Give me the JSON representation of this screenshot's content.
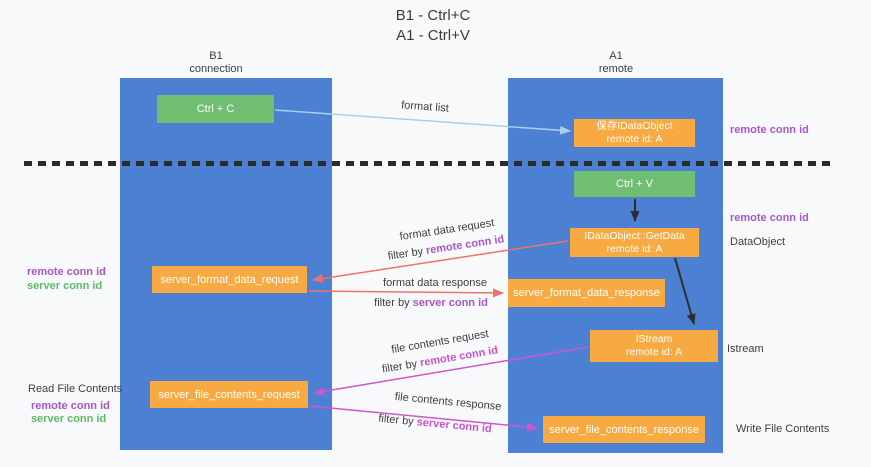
{
  "title": {
    "line1": "B1 - Ctrl+C",
    "line2": "A1 - Ctrl+V"
  },
  "lanes": {
    "left": {
      "title": "B1",
      "subtitle": "connection"
    },
    "right": {
      "title": "A1",
      "subtitle": "remote"
    }
  },
  "nodes": {
    "ctrl_c": {
      "label": "Ctrl + C"
    },
    "save_dataobject": {
      "line1": "保存IDataObject",
      "line2": "remote id: A"
    },
    "ctrl_v": {
      "label": "Ctrl + V"
    },
    "getdata": {
      "line1": "IDataObject::GetData",
      "line2": "remote id: A"
    },
    "istream": {
      "line1": "IStream",
      "line2": "remote id: A"
    },
    "format_request": {
      "label": "server_format_data_request"
    },
    "format_response": {
      "label": "server_format_data_response"
    },
    "file_request": {
      "label": "server_file_contents_request"
    },
    "file_response": {
      "label": "server_file_contents_response"
    }
  },
  "flow_labels": {
    "format_list": "format list",
    "format_data_request": "format data request",
    "format_data_response": "format data response",
    "file_contents_request": "file contents request",
    "file_contents_response": "file contents response",
    "filter_by": "filter by",
    "remote_conn_id": "remote conn id",
    "server_conn_id": "server conn id"
  },
  "side_labels": {
    "remote_conn_id": "remote conn id",
    "server_conn_id": "server conn id",
    "read_file_contents": "Read File Contents",
    "write_file_contents": "Write File Contents",
    "dataobject": "DataObject",
    "istream": "Istream"
  },
  "colors": {
    "lane_blue": "#4c80d3",
    "box_green": "#6fbe72",
    "box_orange": "#f7a942",
    "purple_text": "#a855c8",
    "magenta_text": "#c653cd",
    "green_text": "#5cba66",
    "red_arrow": "#ef7268",
    "magenta_arrow": "#cf56cb",
    "light_blue_arrow": "#a9cfec",
    "black_arrow": "#2e2e2e"
  }
}
